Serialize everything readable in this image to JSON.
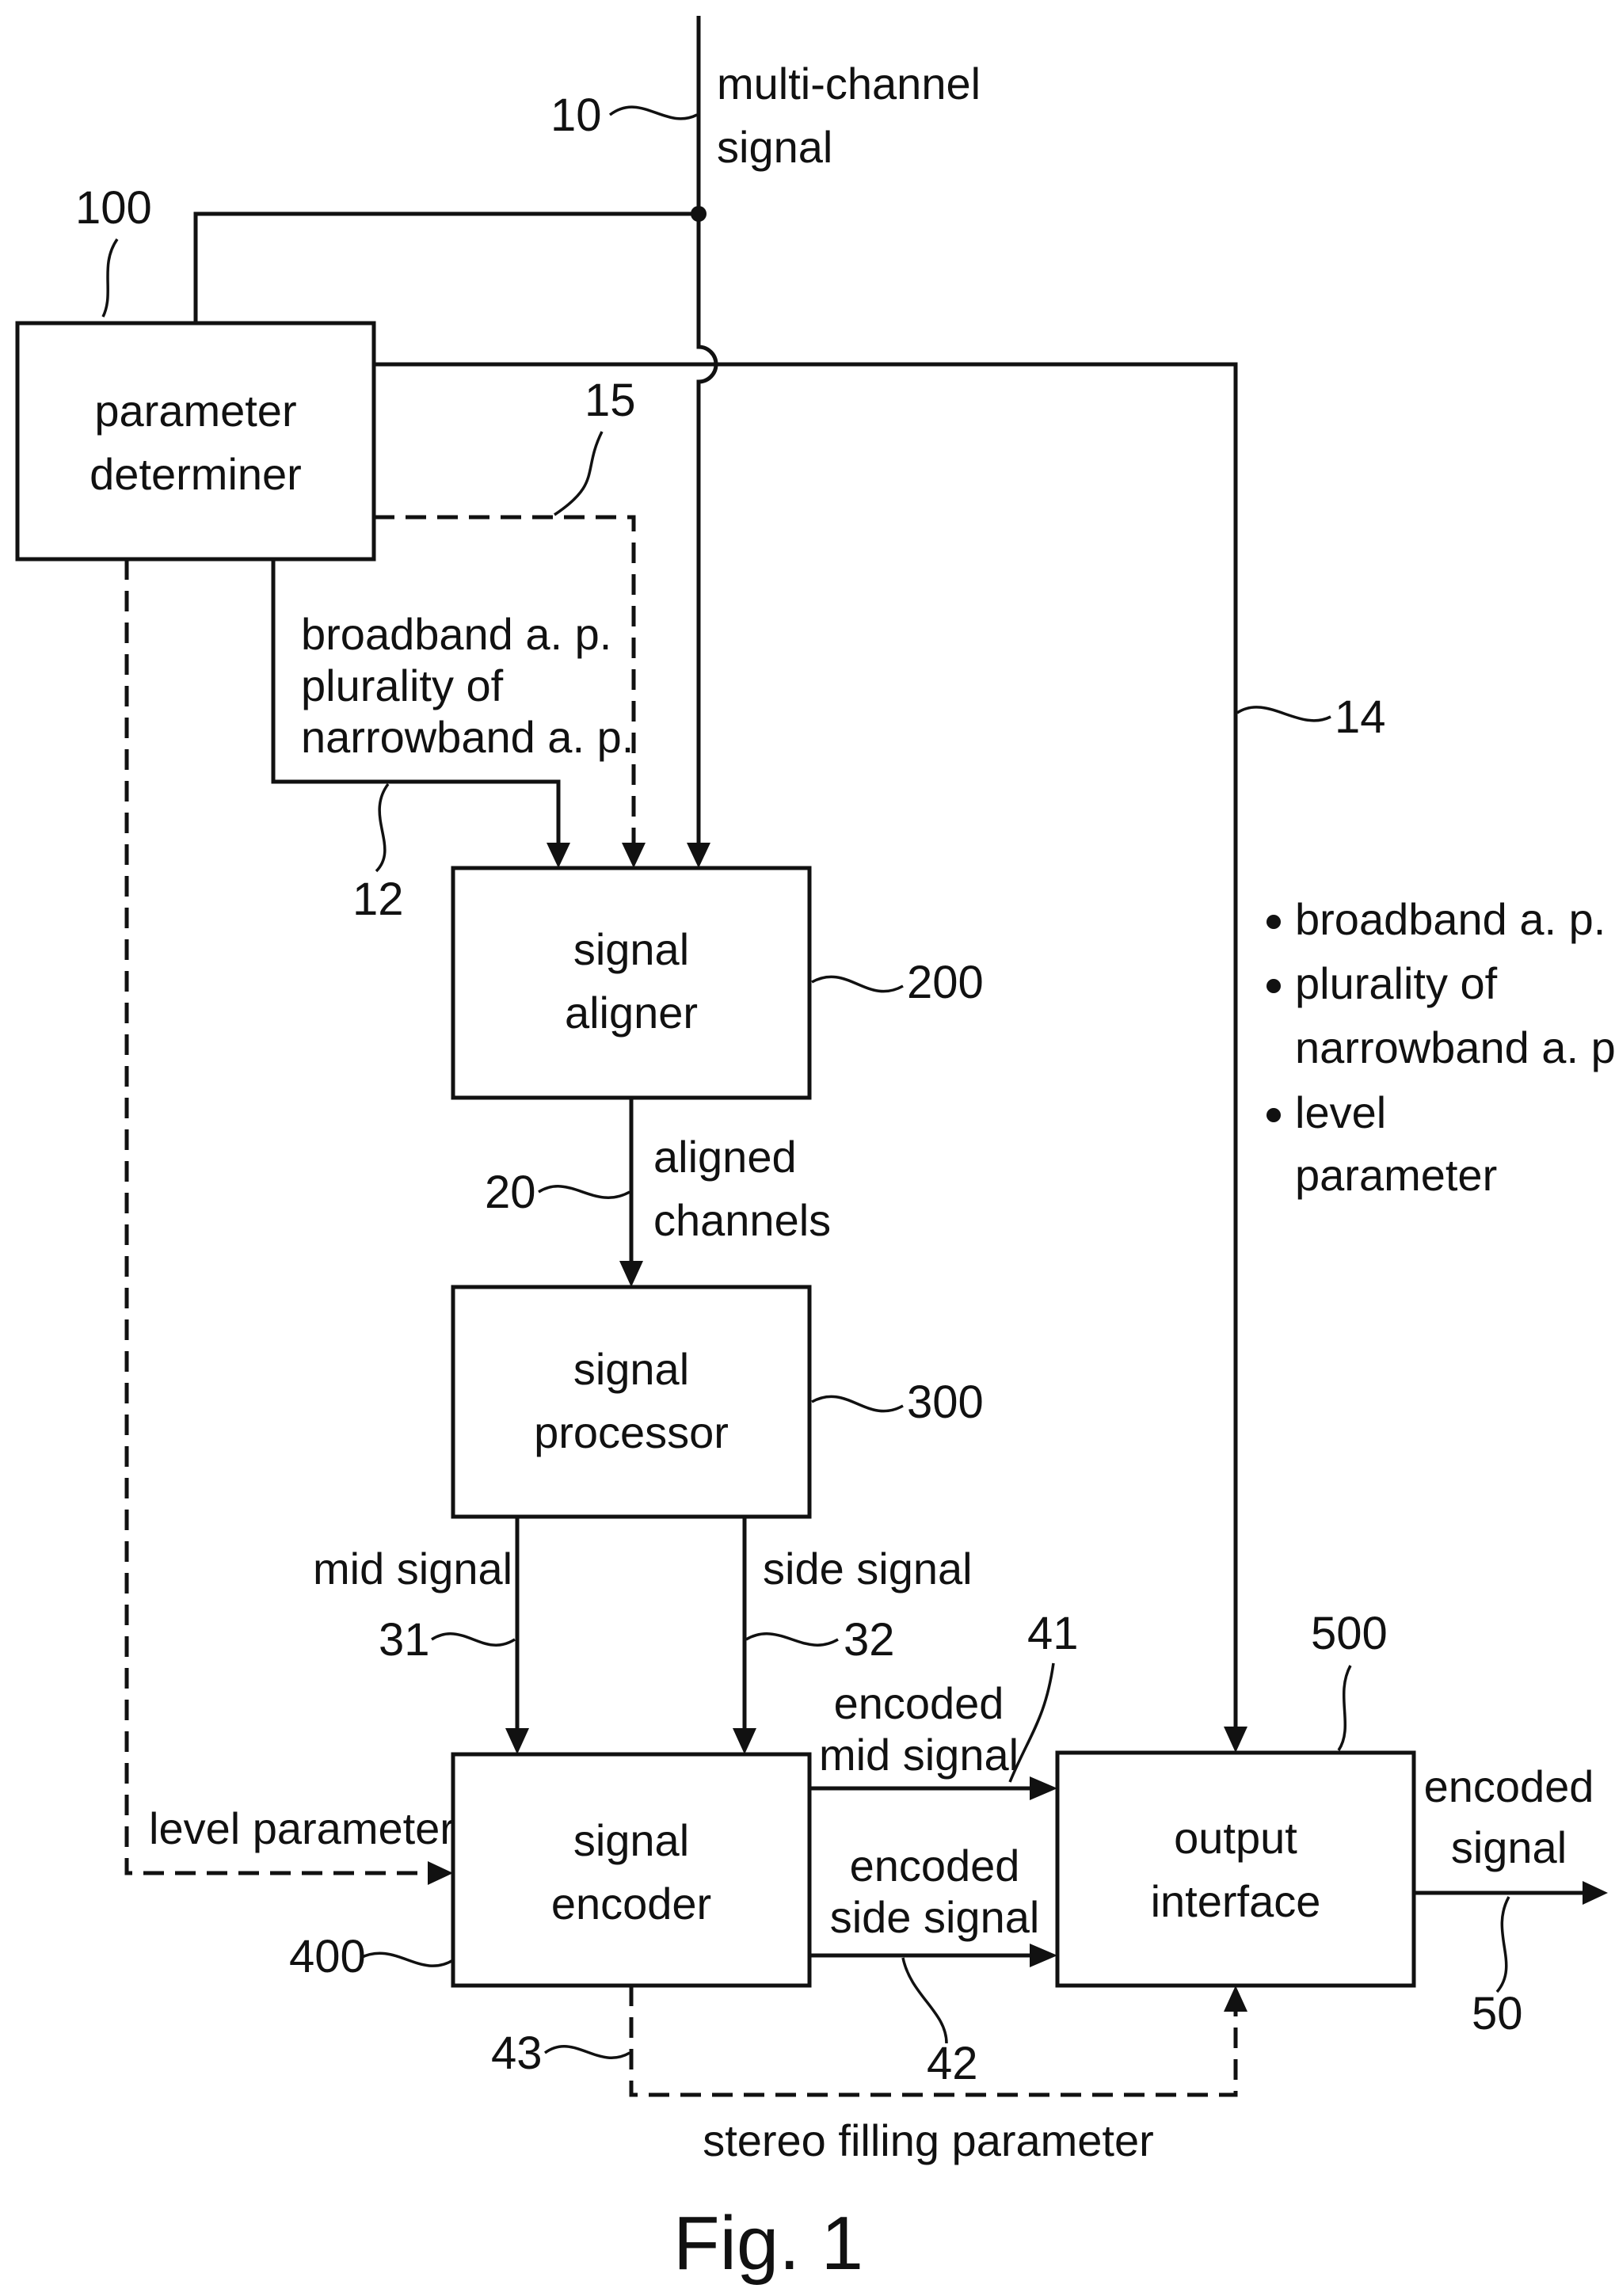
{
  "figure_label": "Fig. 1",
  "blocks": {
    "parameter_determiner": {
      "ref": "100",
      "line1": "parameter",
      "line2": "determiner"
    },
    "signal_aligner": {
      "ref": "200",
      "line1": "signal",
      "line2": "aligner"
    },
    "signal_processor": {
      "ref": "300",
      "line1": "signal",
      "line2": "processor"
    },
    "signal_encoder": {
      "ref": "400",
      "line1": "signal",
      "line2": "encoder"
    },
    "output_interface": {
      "ref": "500",
      "line1": "output",
      "line2": "interface"
    }
  },
  "signals": {
    "multi_channel": {
      "ref": "10",
      "line1": "multi-channel",
      "line2": "signal"
    },
    "alignment_params": {
      "ref": "12",
      "line1": "broadband a. p.",
      "line2": "plurality of",
      "line3": "narrowband a. p."
    },
    "aux_path": {
      "ref": "15"
    },
    "aligned_channels": {
      "ref": "20",
      "line1": "aligned",
      "line2": "channels"
    },
    "mid_signal": {
      "ref": "31",
      "label": "mid signal"
    },
    "side_signal": {
      "ref": "32",
      "label": "side signal"
    },
    "encoded_mid": {
      "ref": "41",
      "line1": "encoded",
      "line2": "mid signal"
    },
    "encoded_side": {
      "ref": "42",
      "line1": "encoded",
      "line2": "side signal"
    },
    "stereo_filling": {
      "ref": "43",
      "label": "stereo filling parameter"
    },
    "level_parameter": {
      "label": "level parameter"
    },
    "output_params": {
      "ref": "14",
      "bullet1": "broadband a. p.",
      "bullet2a": "plurality of",
      "bullet2b": "narrowband a. p",
      "bullet3a": "level",
      "bullet3b": "parameter"
    },
    "encoded_signal": {
      "ref": "50",
      "line1": "encoded",
      "line2": "signal"
    }
  }
}
